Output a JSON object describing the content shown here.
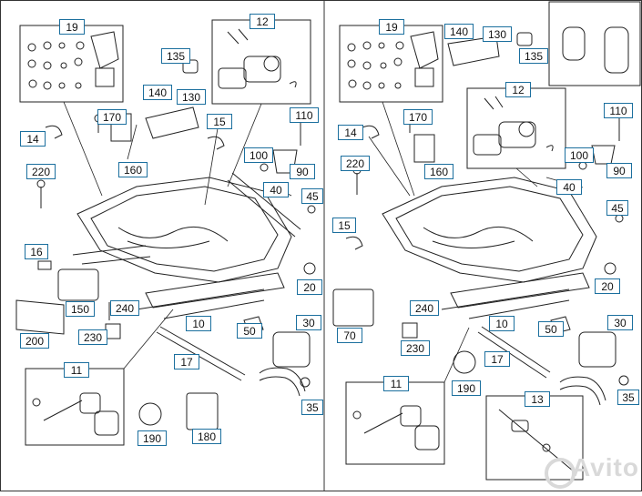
{
  "callouts_left": [
    "19",
    "12",
    "135",
    "140",
    "130",
    "170",
    "15",
    "110",
    "14",
    "160",
    "100",
    "90",
    "220",
    "40",
    "45",
    "16",
    "20",
    "150",
    "240",
    "10",
    "30",
    "200",
    "230",
    "50",
    "11",
    "17",
    "35",
    "190",
    "180"
  ],
  "callouts_right": [
    "19",
    "140",
    "130",
    "135",
    "12",
    "170",
    "110",
    "14",
    "160",
    "100",
    "90",
    "220",
    "40",
    "45",
    "15",
    "20",
    "240",
    "70",
    "10",
    "30",
    "230",
    "50",
    "11",
    "17",
    "190",
    "13",
    "35"
  ],
  "watermark": "Avito"
}
